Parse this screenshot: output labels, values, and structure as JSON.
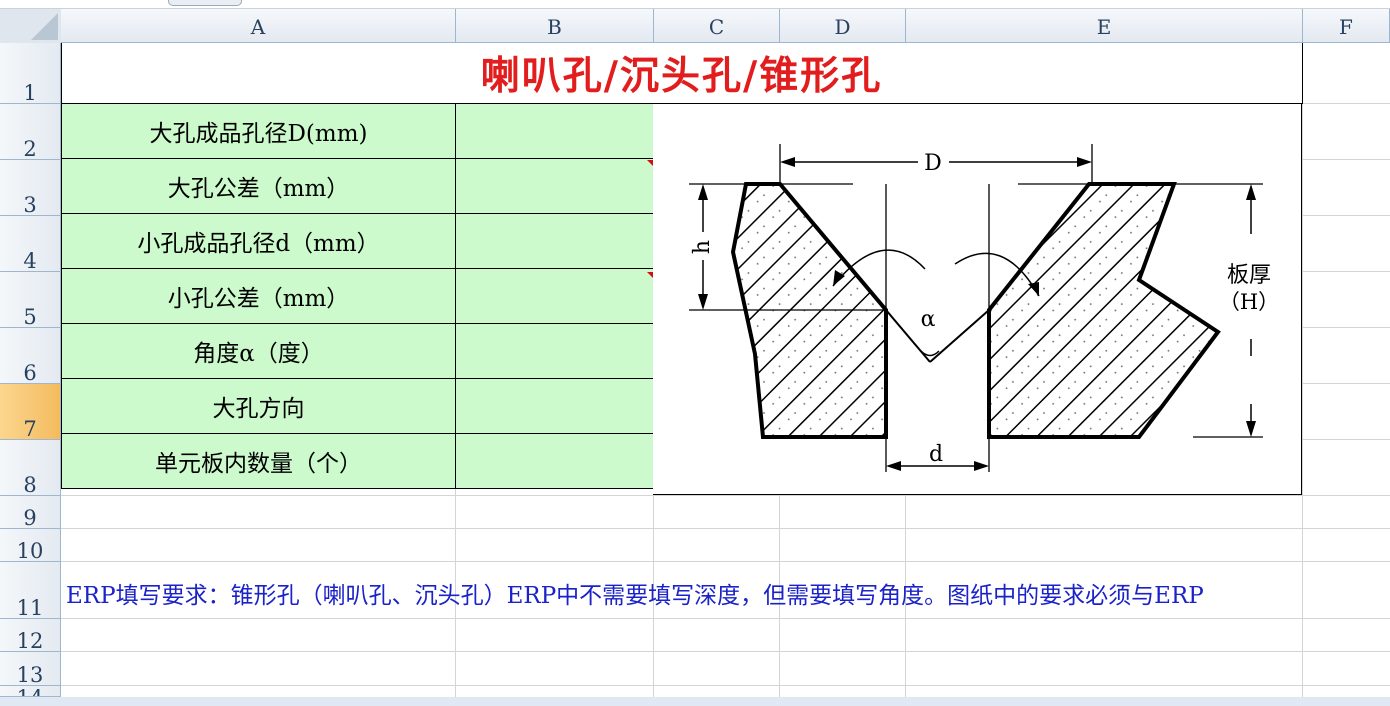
{
  "columns": [
    "A",
    "B",
    "C",
    "D",
    "E",
    "F"
  ],
  "rows": [
    "1",
    "2",
    "3",
    "4",
    "5",
    "6",
    "7",
    "8",
    "9",
    "10",
    "11",
    "12",
    "13",
    "14"
  ],
  "selected_row": "7",
  "title": "喇叭孔/沉头孔/锥形孔",
  "title_color": "#e21d1d",
  "table": [
    {
      "label": "大孔成品孔径D(mm)",
      "value": "",
      "comment": false
    },
    {
      "label": "大孔公差（mm）",
      "value": "",
      "comment": true
    },
    {
      "label": "小孔成品孔径d（mm）",
      "value": "",
      "comment": false
    },
    {
      "label": "小孔公差（mm）",
      "value": "",
      "comment": true
    },
    {
      "label": "角度α（度）",
      "value": "",
      "comment": false
    },
    {
      "label": "大孔方向",
      "value": "",
      "comment": false
    },
    {
      "label": "单元板内数量（个）",
      "value": "",
      "comment": false
    }
  ],
  "diagram": {
    "label_D": "D",
    "label_h": "h",
    "label_alpha": "α",
    "label_d": "d",
    "label_thickness": "板厚",
    "label_H": "（H）"
  },
  "note": "ERP填写要求：锥形孔（喇叭孔、沉头孔）ERP中不需要填写深度，但需要填写角度。图纸中的要求必须与ERP",
  "colors": {
    "input_fill": "#ccfacc",
    "note": "#1a22c8",
    "selected_row_header": "#f4bb5f"
  }
}
